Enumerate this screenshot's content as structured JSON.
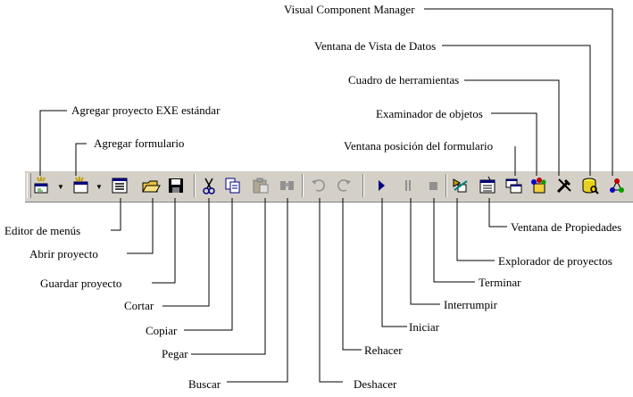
{
  "labels": {
    "agregar_exe": "Agregar proyecto EXE estándar",
    "agregar_formulario": "Agregar formulario",
    "editor_menus": "Editor de menús",
    "abrir_proyecto": "Abrir proyecto",
    "guardar_proyecto": "Guardar proyecto",
    "cortar": "Cortar",
    "copiar": "Copiar",
    "pegar": "Pegar",
    "buscar": "Buscar",
    "deshacer": "Deshacer",
    "rehacer": "Rehacer",
    "iniciar": "Iniciar",
    "interrumpir": "Interrumpir",
    "terminar": "Terminar",
    "explorador_proyectos": "Explorador de proyectos",
    "ventana_propiedades": "Ventana de Propiedades",
    "ventana_posicion": "Ventana posición del formulario",
    "examinador_objetos": "Examinador de objetos",
    "cuadro_herramientas": "Cuadro de herramientas",
    "vista_datos": "Ventana de Vista de Datos",
    "component_manager": "Visual Component Manager"
  },
  "toolbar_icons": [
    "add-exe-project-icon",
    "dropdown-arrow-icon",
    "add-form-icon",
    "dropdown-arrow-icon",
    "menu-editor-icon",
    "open-project-icon",
    "save-project-icon",
    "cut-icon",
    "copy-icon",
    "paste-icon",
    "find-icon",
    "undo-icon",
    "redo-icon",
    "start-icon",
    "break-icon",
    "end-icon",
    "project-explorer-icon",
    "properties-window-icon",
    "form-layout-icon",
    "object-browser-icon",
    "toolbox-icon",
    "data-view-icon",
    "component-manager-icon"
  ],
  "colors": {
    "toolbar": "#d4d0c8",
    "line": "#000000",
    "start": "#000080"
  }
}
